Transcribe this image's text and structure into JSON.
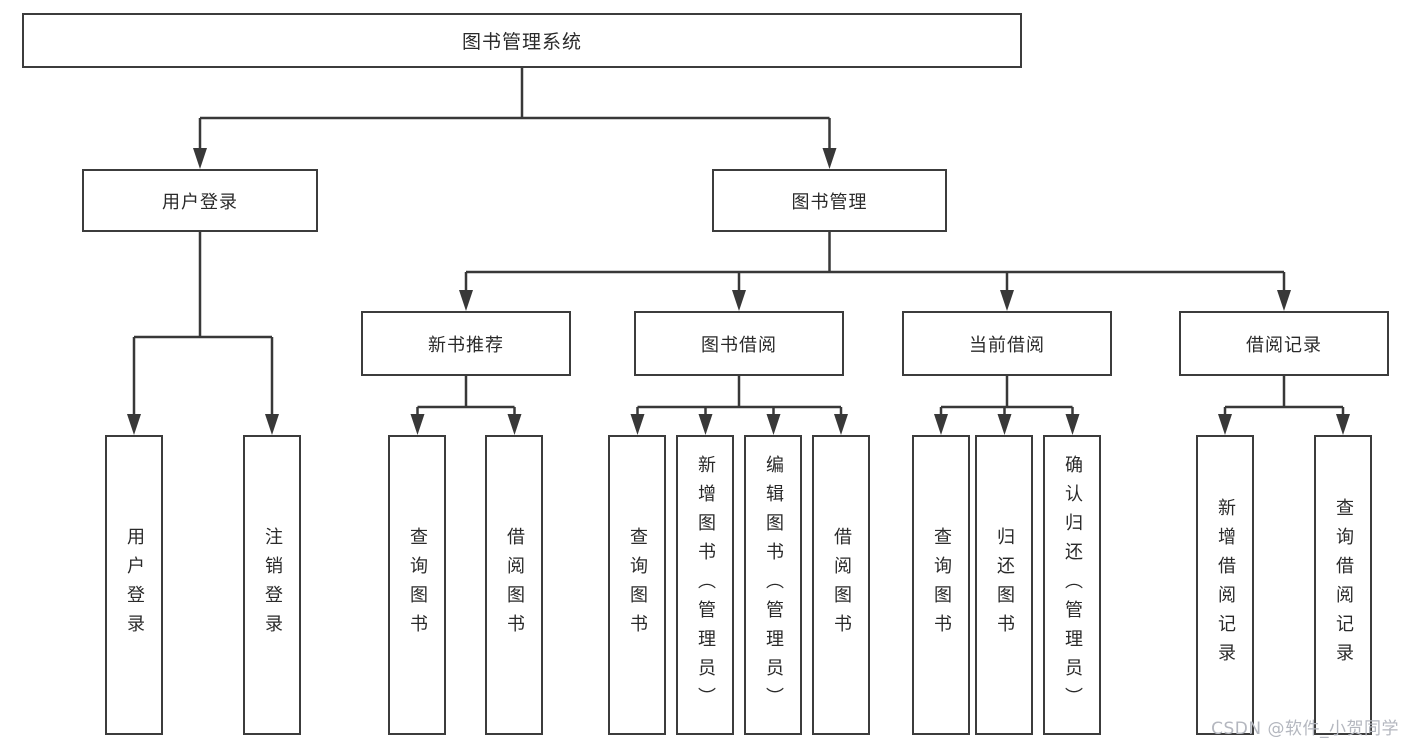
{
  "tree": {
    "root": "图书管理系统",
    "children": [
      {
        "label": "用户登录",
        "children": [
          "用户登录",
          "注销登录"
        ]
      },
      {
        "label": "图书管理",
        "children": [
          {
            "label": "新书推荐",
            "children": [
              "查询图书",
              "借阅图书"
            ]
          },
          {
            "label": "图书借阅",
            "children": [
              "查询图书",
              "新增图书（管理员）",
              "编辑图书（管理员）",
              "借阅图书"
            ]
          },
          {
            "label": "当前借阅",
            "children": [
              "查询图书",
              "归还图书",
              "确认归还（管理员）"
            ]
          },
          {
            "label": "借阅记录",
            "children": [
              "新增借阅记录",
              "查询借阅记录"
            ]
          }
        ]
      }
    ]
  },
  "watermark": {
    "text": "CSDN @软件_小贺同学"
  },
  "colors": {
    "line": "#383838",
    "box_border": "#3c3c3c",
    "background": "#ffffff",
    "text": "#2a2a2a",
    "watermark": "#b4b7bf"
  }
}
